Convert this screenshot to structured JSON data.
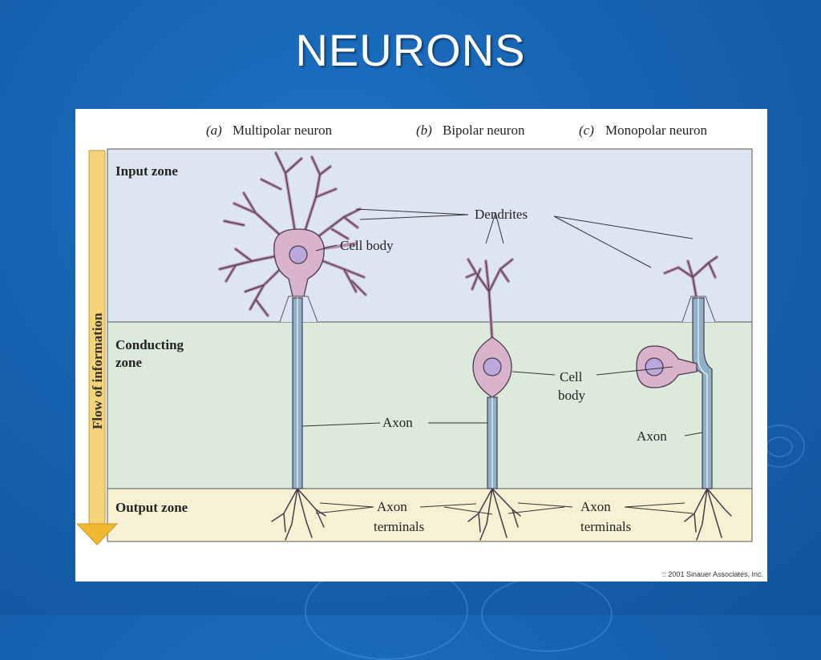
{
  "slide": {
    "title": "NEURONS"
  },
  "figure": {
    "headers": {
      "a_letter": "(a)",
      "a_text": "Multipolar neuron",
      "b_letter": "(b)",
      "b_text": "Bipolar neuron",
      "c_letter": "(c)",
      "c_text": "Monopolar neuron"
    },
    "zones": {
      "input": "Input zone",
      "conducting_line1": "Conducting",
      "conducting_line2": "zone",
      "output": "Output zone"
    },
    "flow_label": "Flow of information",
    "labels": {
      "dendrites": "Dendrites",
      "cell_body_a": "Cell body",
      "cell_body_bc_line1": "Cell",
      "cell_body_bc_line2": "body",
      "axon_a": "Axon",
      "axon_c": "Axon",
      "terminals_1_line1": "Axon",
      "terminals_1_line2": "terminals",
      "terminals_2_line1": "Axon",
      "terminals_2_line2": "terminals"
    },
    "copyright": ":: 2001 Sinauer Associates, Inc.",
    "colors": {
      "input_zone": "#dde5f3",
      "conducting_zone": "#dbeadb",
      "output_zone": "#f7f1d4",
      "neuron_fill": "#d9b3cc",
      "neuron_outline": "#4a3a4a",
      "nucleus": "#b8a8dc",
      "axon": "#8fb0c8",
      "arrow": "#f3b62f"
    }
  }
}
